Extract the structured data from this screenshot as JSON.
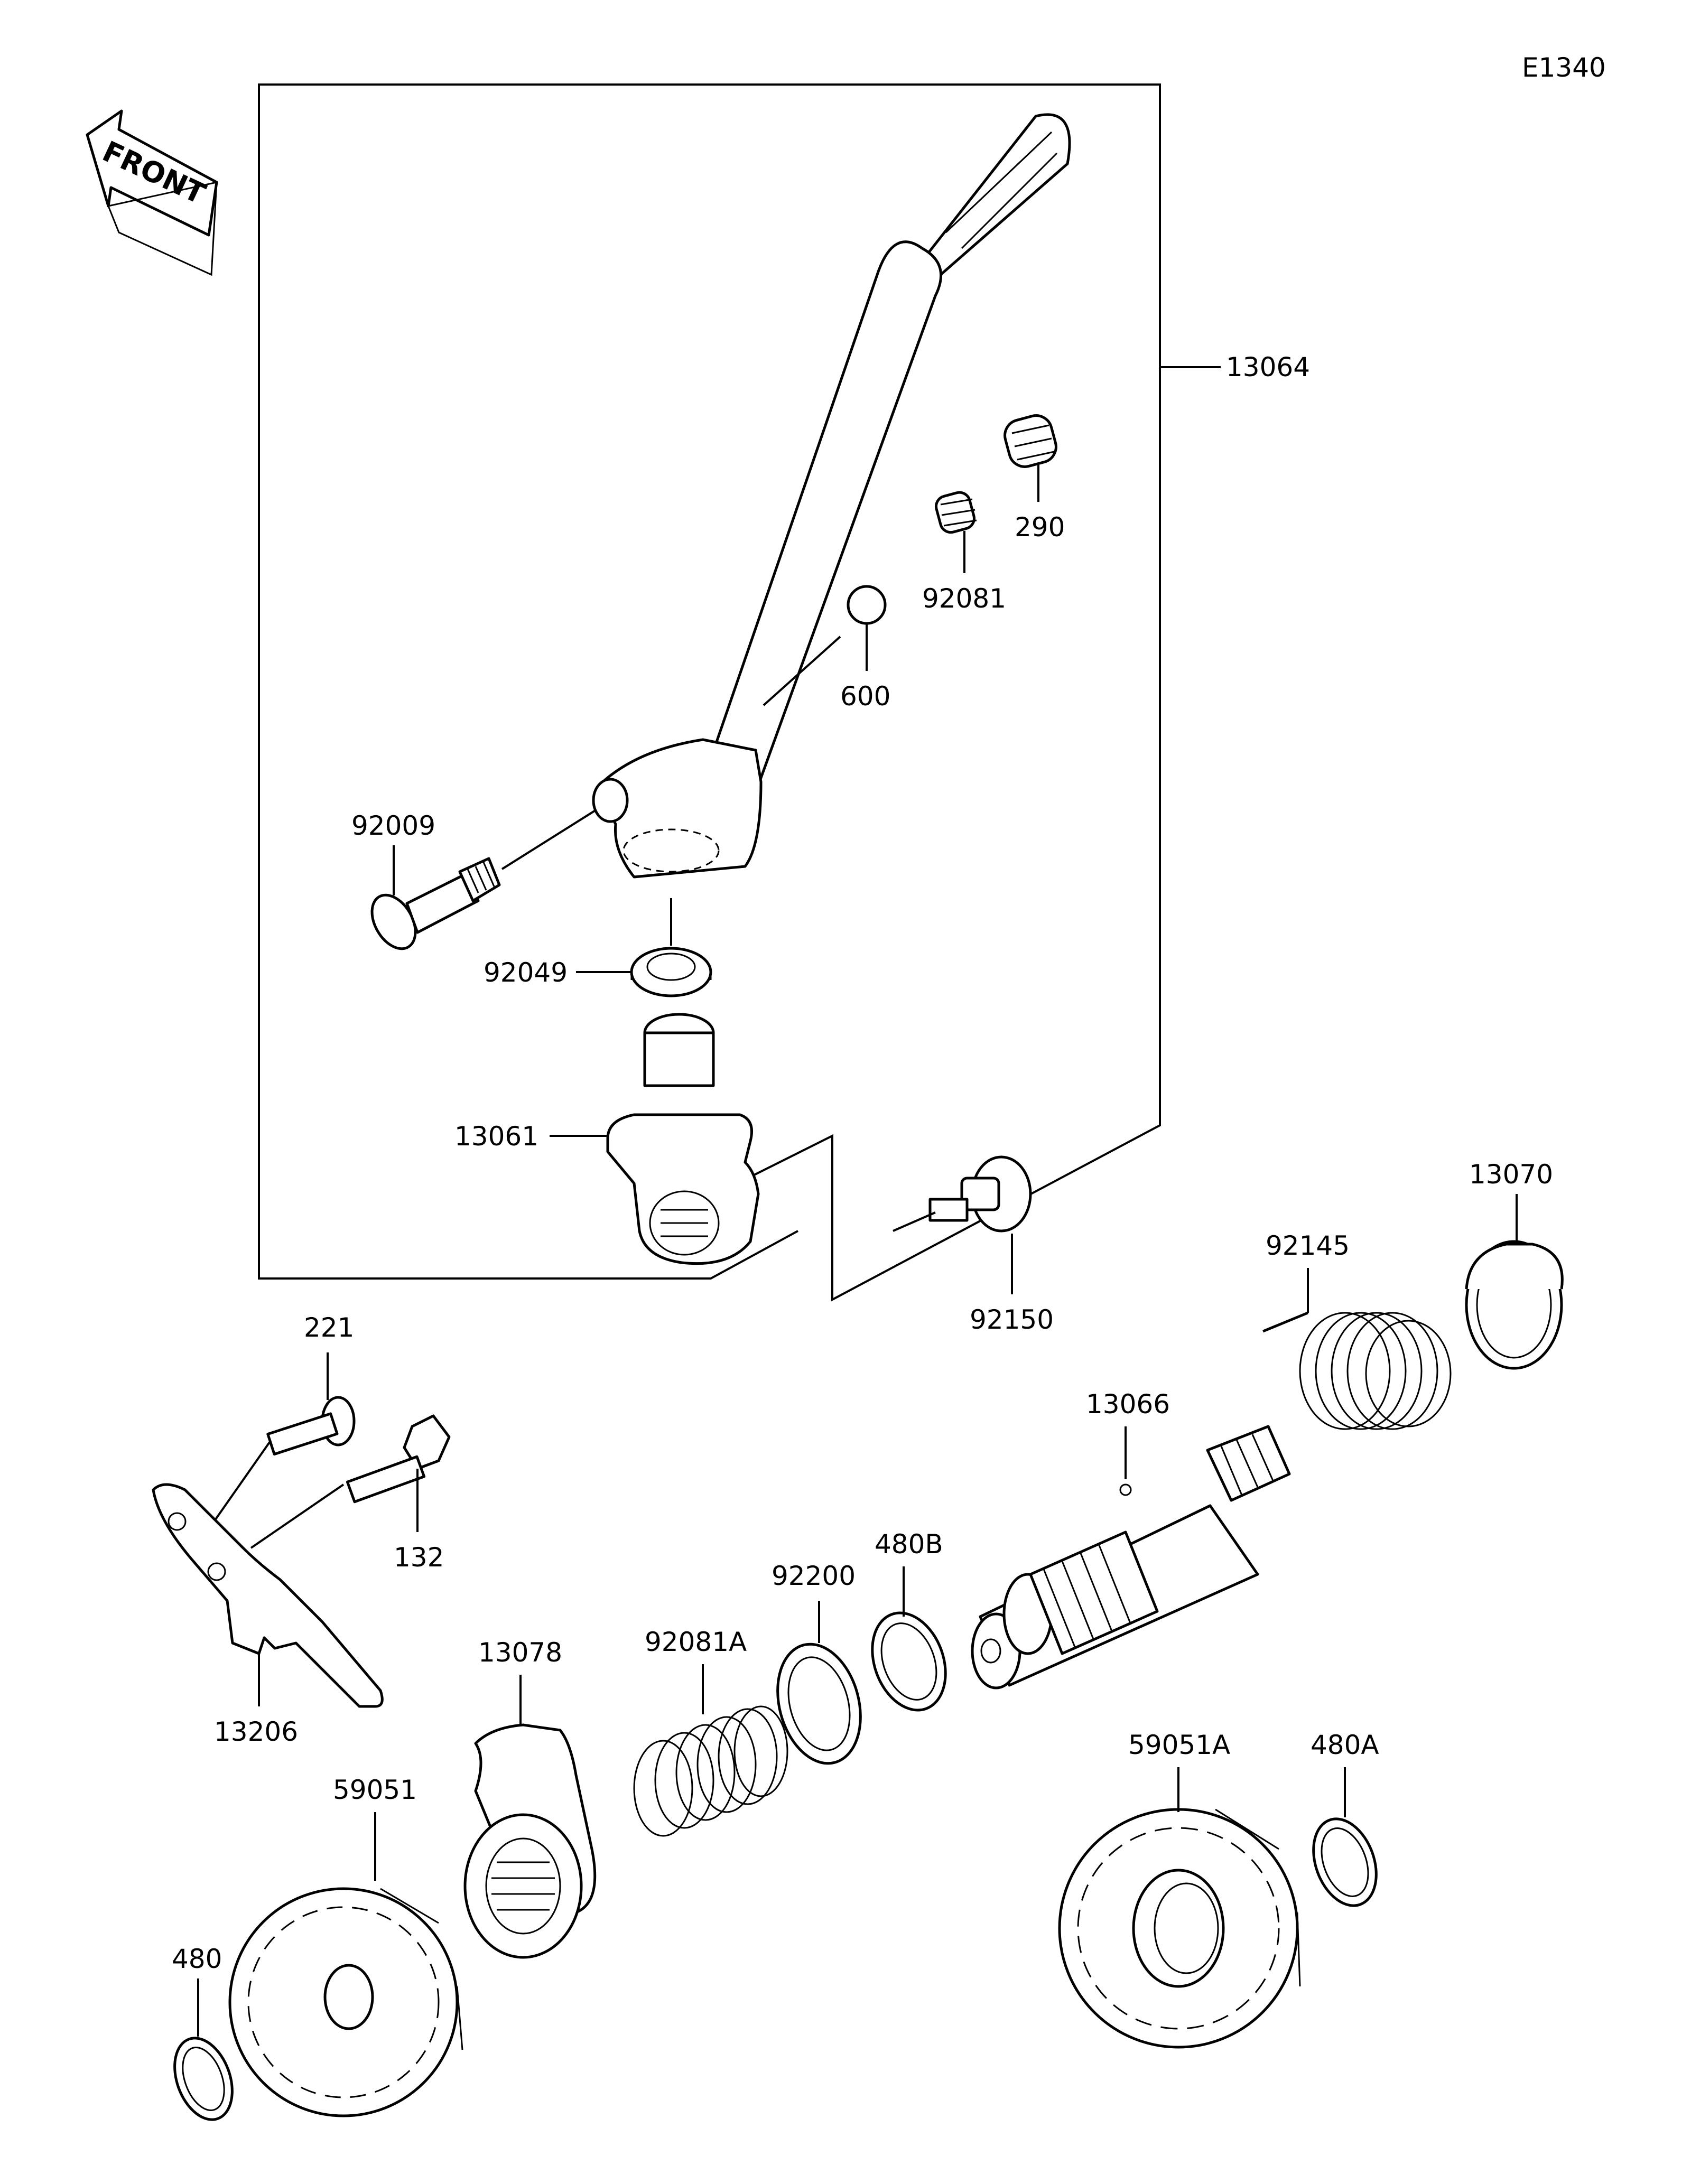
{
  "diagram_code": "E1340",
  "front_arrow_label": "FRONT",
  "parts": {
    "p13064": "13064",
    "p290": "290",
    "p92081": "92081",
    "p600": "600",
    "p92009": "92009",
    "p92049": "92049",
    "p13061": "13061",
    "p92150": "92150",
    "p13070": "13070",
    "p92145": "92145",
    "p221": "221",
    "p132": "132",
    "p13206": "13206",
    "p13066": "13066",
    "p480B": "480B",
    "p92200": "92200",
    "p92081A": "92081A",
    "p13078": "13078",
    "p59051": "59051",
    "p59051A": "59051A",
    "p480A": "480A",
    "p480": "480"
  }
}
